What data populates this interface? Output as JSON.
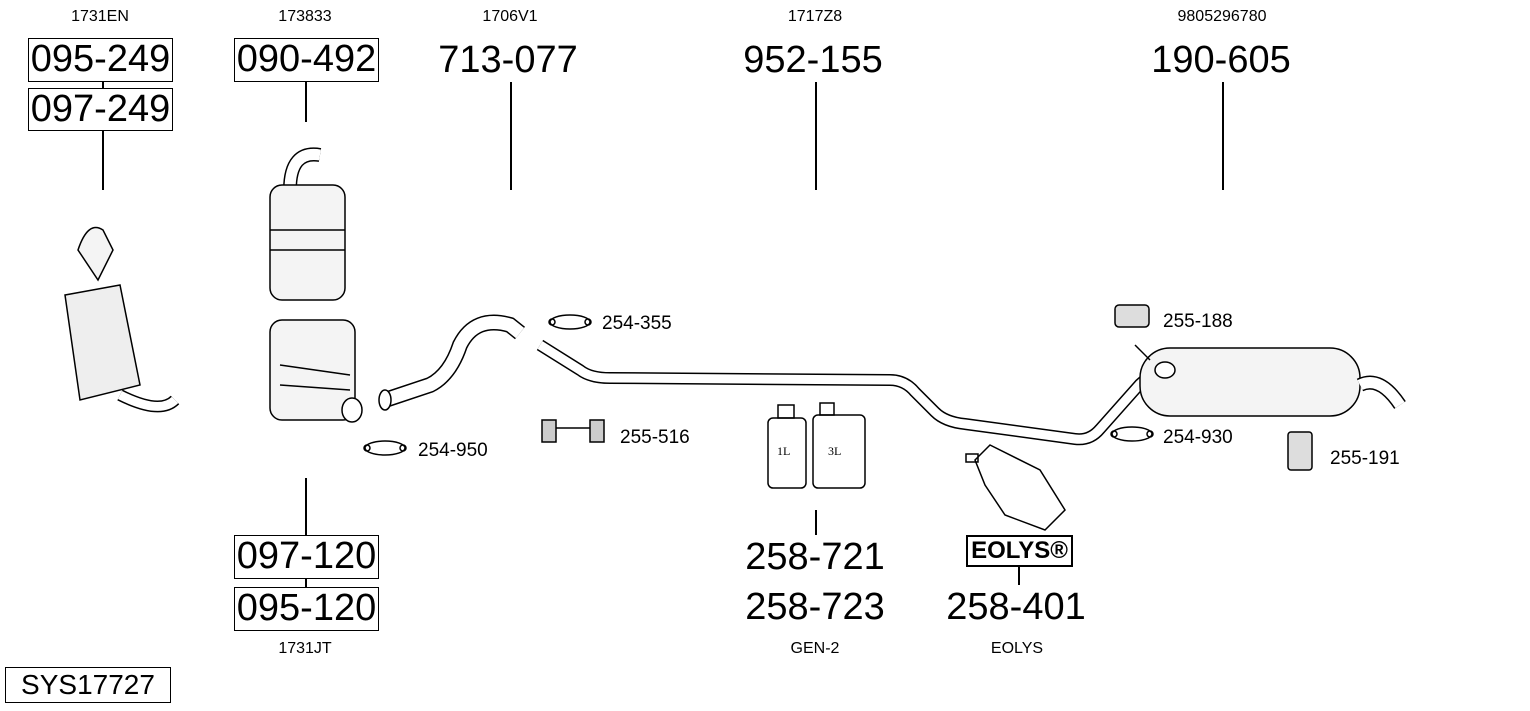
{
  "parts": {
    "cat1": {
      "ref": "1731EN",
      "codes": [
        "095-249",
        "097-249"
      ]
    },
    "dpf_top": {
      "ref": "173833",
      "code": "090-492"
    },
    "front_pipe": {
      "ref": "1706V1",
      "code": "713-077"
    },
    "mid_pipe": {
      "ref": "1717Z8",
      "code": "952-155"
    },
    "rear_silencer": {
      "ref": "9805296780",
      "code": "190-605"
    },
    "dpf_bottom": {
      "ref": "1731JT",
      "codes": [
        "097-120",
        "095-120"
      ]
    },
    "additive": {
      "ref": "GEN-2",
      "codes": [
        "258-721",
        "258-723"
      ],
      "bottle_labels": [
        "1L",
        "3L"
      ]
    },
    "eolys": {
      "ref": "EOLYS",
      "code": "258-401",
      "logo": "EOLYS®"
    }
  },
  "accessories": [
    "254-355",
    "255-516",
    "254-950",
    "255-188",
    "254-930",
    "255-191"
  ],
  "system_id": "SYS17727"
}
